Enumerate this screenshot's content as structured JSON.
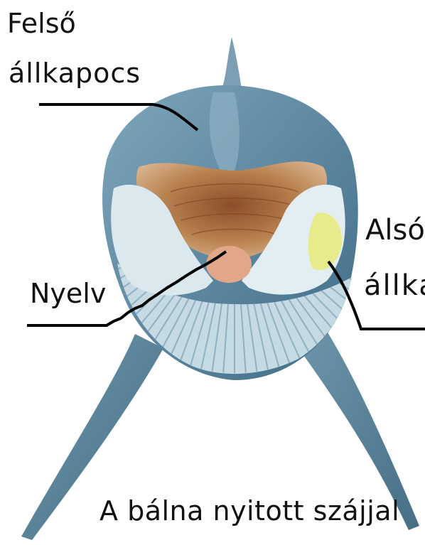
{
  "diagram": {
    "labels": {
      "upper_jaw_line1": "Felső",
      "upper_jaw_line2": "állkapocs",
      "lower_jaw_line1": "Alsó",
      "lower_jaw_line2": "állka",
      "tongue": "Nyelv"
    },
    "caption": "A bálna nyitott szájjal"
  },
  "colors": {
    "body": "#5f8fa8",
    "body_dark": "#3f6b86",
    "belly": "#c9dde5",
    "throat_grooves": "#8fb1c1",
    "lip_inner": "#e8eef2",
    "baleen_highlight": "#e8ea7a",
    "mouth": "#a86a3c",
    "tongue": "#e2a788",
    "leader_line": "#000000"
  }
}
